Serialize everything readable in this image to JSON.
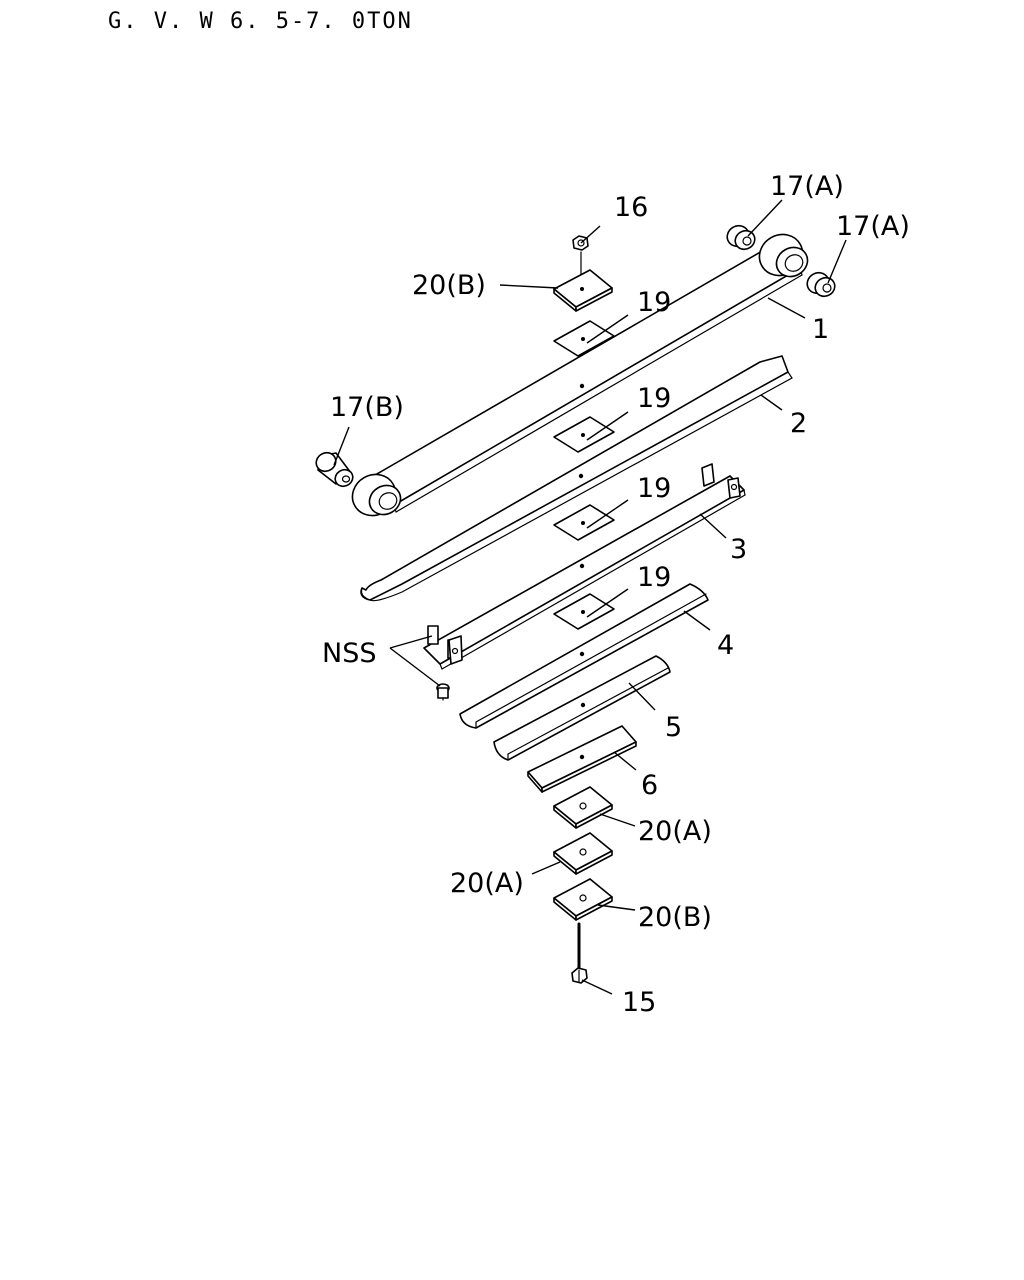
{
  "header": {
    "title": "G. V. W  6. 5-7. 0TON"
  },
  "callouts": {
    "c16": "16",
    "c17a_1": "17(A)",
    "c17a_2": "17(A)",
    "c17b": "17(B)",
    "c20b_top": "20(B)",
    "c19_1": "19",
    "c19_2": "19",
    "c19_3": "19",
    "c19_4": "19",
    "c1": "1",
    "c2": "2",
    "c3": "3",
    "c4": "4",
    "c5": "5",
    "c6": "6",
    "nss": "NSS",
    "c20a_1": "20(A)",
    "c20a_2": "20(A)",
    "c20b_bottom": "20(B)",
    "c15": "15"
  }
}
